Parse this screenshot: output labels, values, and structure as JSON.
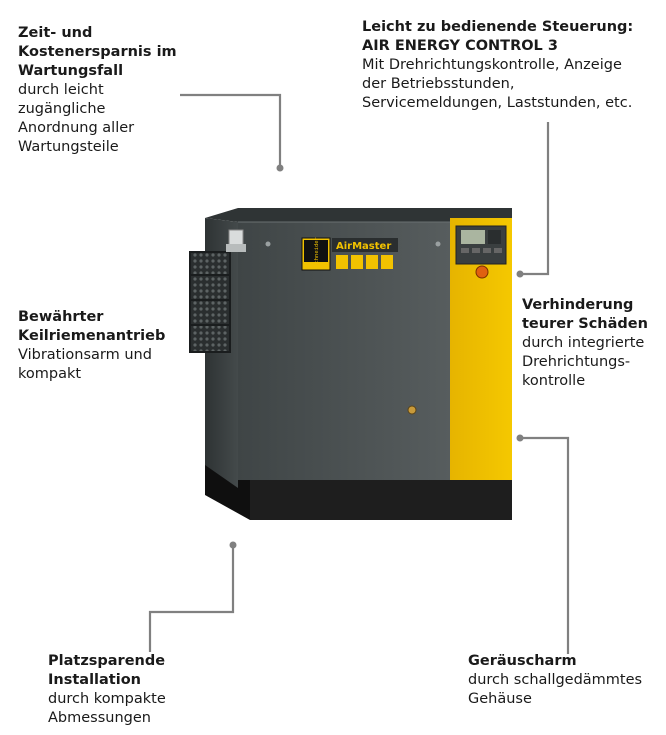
{
  "callouts": {
    "maintenance": {
      "title_1": "Zeit- und",
      "title_2": "Kostenersparnis im",
      "title_3": "Wartungsfall",
      "desc_1": "durch leicht",
      "desc_2": "zugängliche",
      "desc_3": "Anordnung aller",
      "desc_4": "Wartungsteile"
    },
    "control": {
      "title_1": "Leicht zu bedienende Steuerung:",
      "title_2": "AIR ENERGY CONTROL 3",
      "desc_1": "Mit Drehrichtungskontrolle, Anzeige",
      "desc_2": "der Betriebsstunden,",
      "desc_3": "Servicemeldungen, Laststunden, etc."
    },
    "belt": {
      "title_1": "Bewährter",
      "title_2": "Keilriemenantrieb",
      "desc_1": "Vibrationsarm und",
      "desc_2": "kompakt"
    },
    "damage": {
      "title_1": "Verhinderung",
      "title_2": "teurer Schäden",
      "desc_1": "durch integrierte",
      "desc_2": "Drehrichtungs-",
      "desc_3": "kontrolle"
    },
    "installation": {
      "title_1": "Platzsparende",
      "title_2": "Installation",
      "desc_1": "durch kompakte",
      "desc_2": "Abmessungen"
    },
    "noise": {
      "title_1": "Geräuscharm",
      "desc_1": "durch schallgedämmtes",
      "desc_2": "Gehäuse"
    }
  },
  "machine": {
    "brand_logo": "schneider",
    "model_label": "AirMaster",
    "colors": {
      "housing": "#4b5152",
      "yellow_panel": "#f2c200",
      "base": "#1e1e1e",
      "connector": "#808080"
    }
  }
}
